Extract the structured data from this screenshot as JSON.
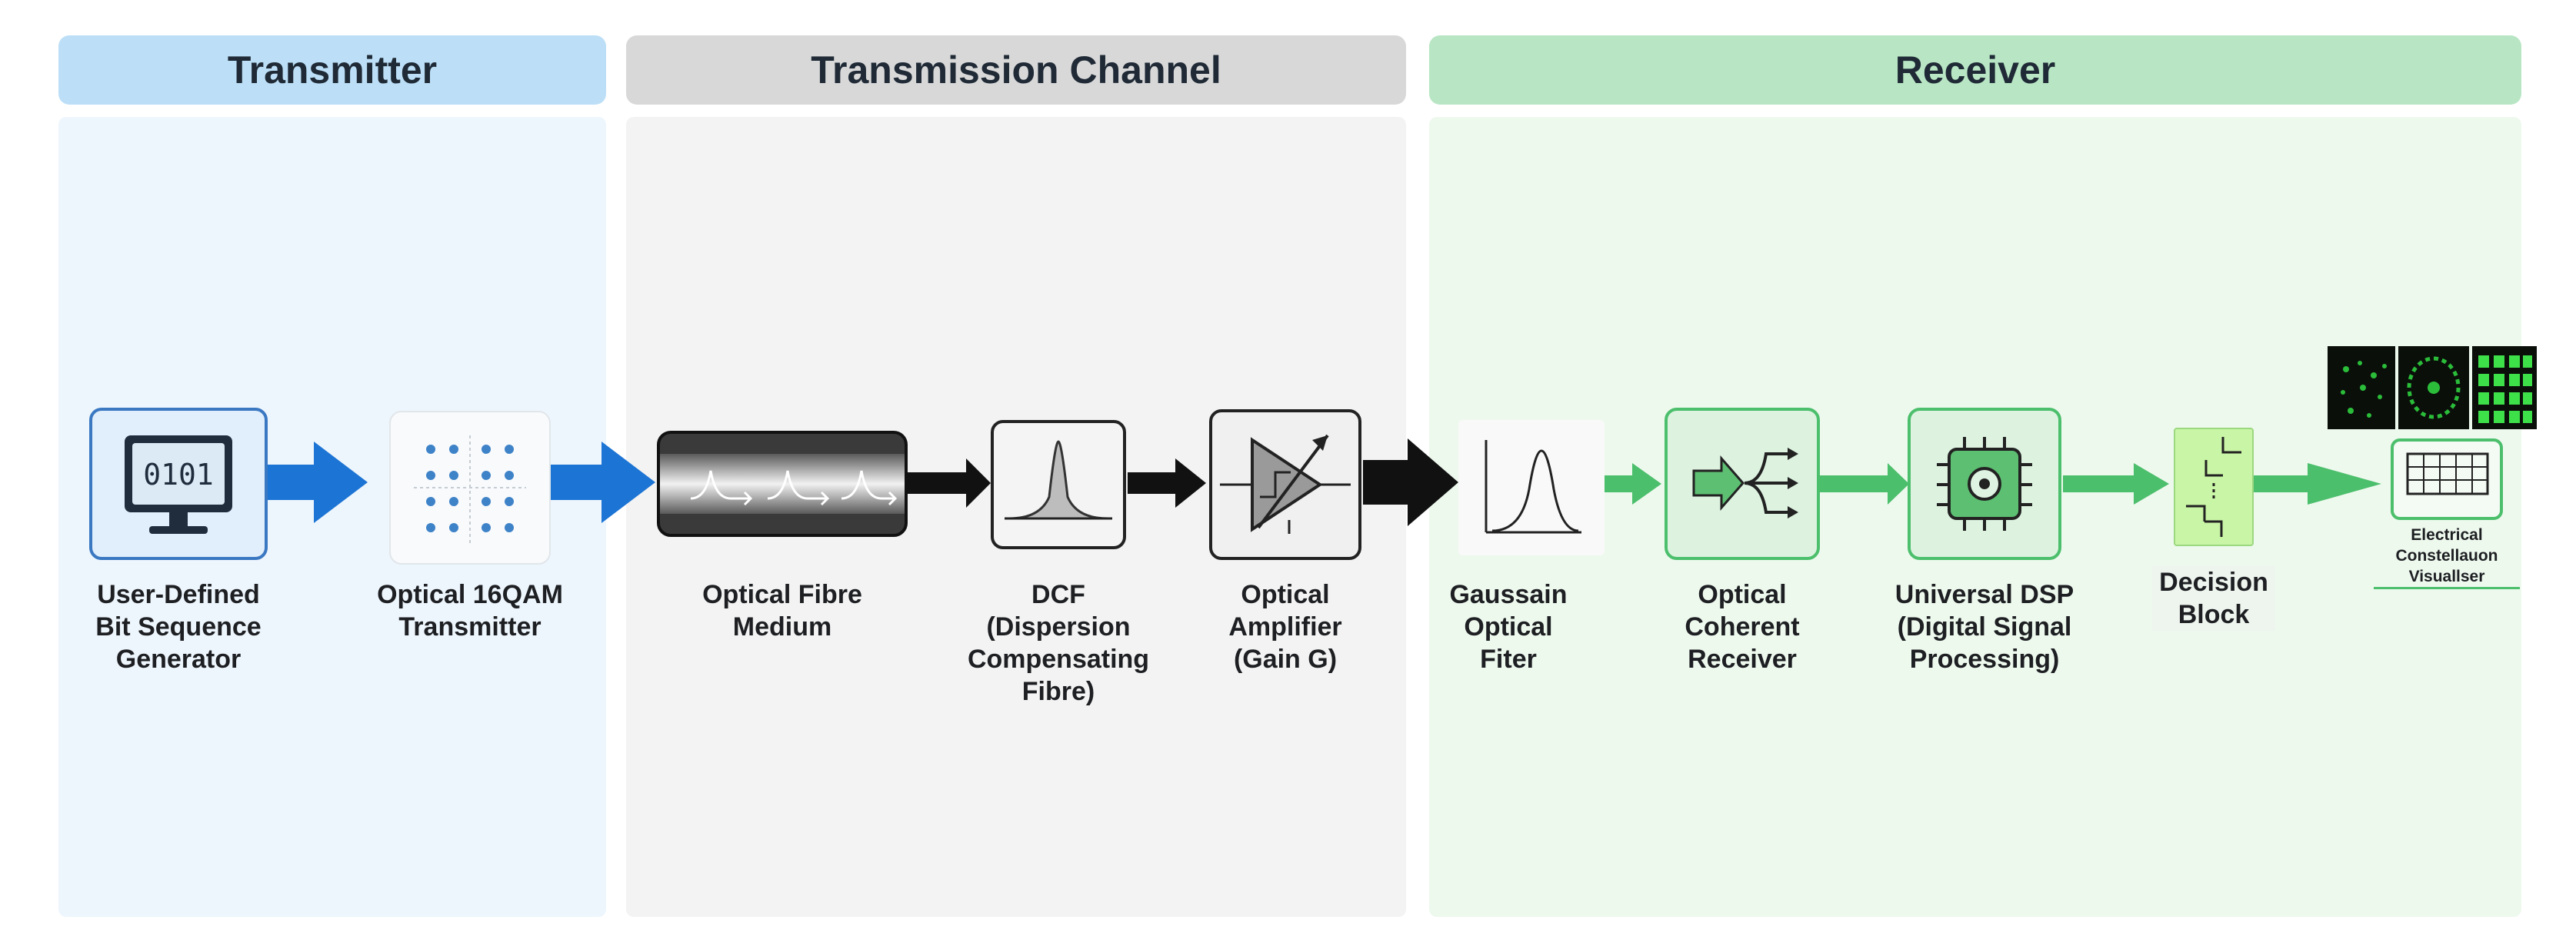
{
  "sections": {
    "transmitter": "Transmitter",
    "channel": "Transmission Channel",
    "receiver": "Receiver"
  },
  "blocks": {
    "bit_generator": {
      "label": "User-Defined\nBit Sequence\nGenerator",
      "screen_text": "0101"
    },
    "qam_transmitter": {
      "label": "Optical 16QAM\nTransmitter"
    },
    "fibre": {
      "label": "Optical Fibre\nMedium"
    },
    "dcf": {
      "label": "DCF\n(Dispersion\nCompensating\nFibre)"
    },
    "amplifier": {
      "label": "Optical\nAmplifier\n(Gain G)"
    },
    "gaussian_filter": {
      "label": "Gaussain\nOptical\nFiter"
    },
    "coherent_receiver": {
      "label": "Optical\nCoherent\nReceiver"
    },
    "dsp": {
      "label": "Universal DSP\n(Digital Signal\nProcessing)"
    },
    "decision": {
      "label": "Decision\nBlock"
    },
    "visualiser": {
      "label": "Electrical\nConstellauon\nVisuallser"
    }
  },
  "colors": {
    "transmitter_panel": "#eef6fd",
    "transmitter_header": "#bcdff7",
    "channel_panel": "#f3f3f3",
    "channel_header": "#d8d8d8",
    "receiver_panel": "#eef9ee",
    "receiver_header": "#b8e6c4",
    "blue_arrow": "#1c74d4",
    "black_arrow": "#111111",
    "green_arrow": "#4cbf6c"
  }
}
